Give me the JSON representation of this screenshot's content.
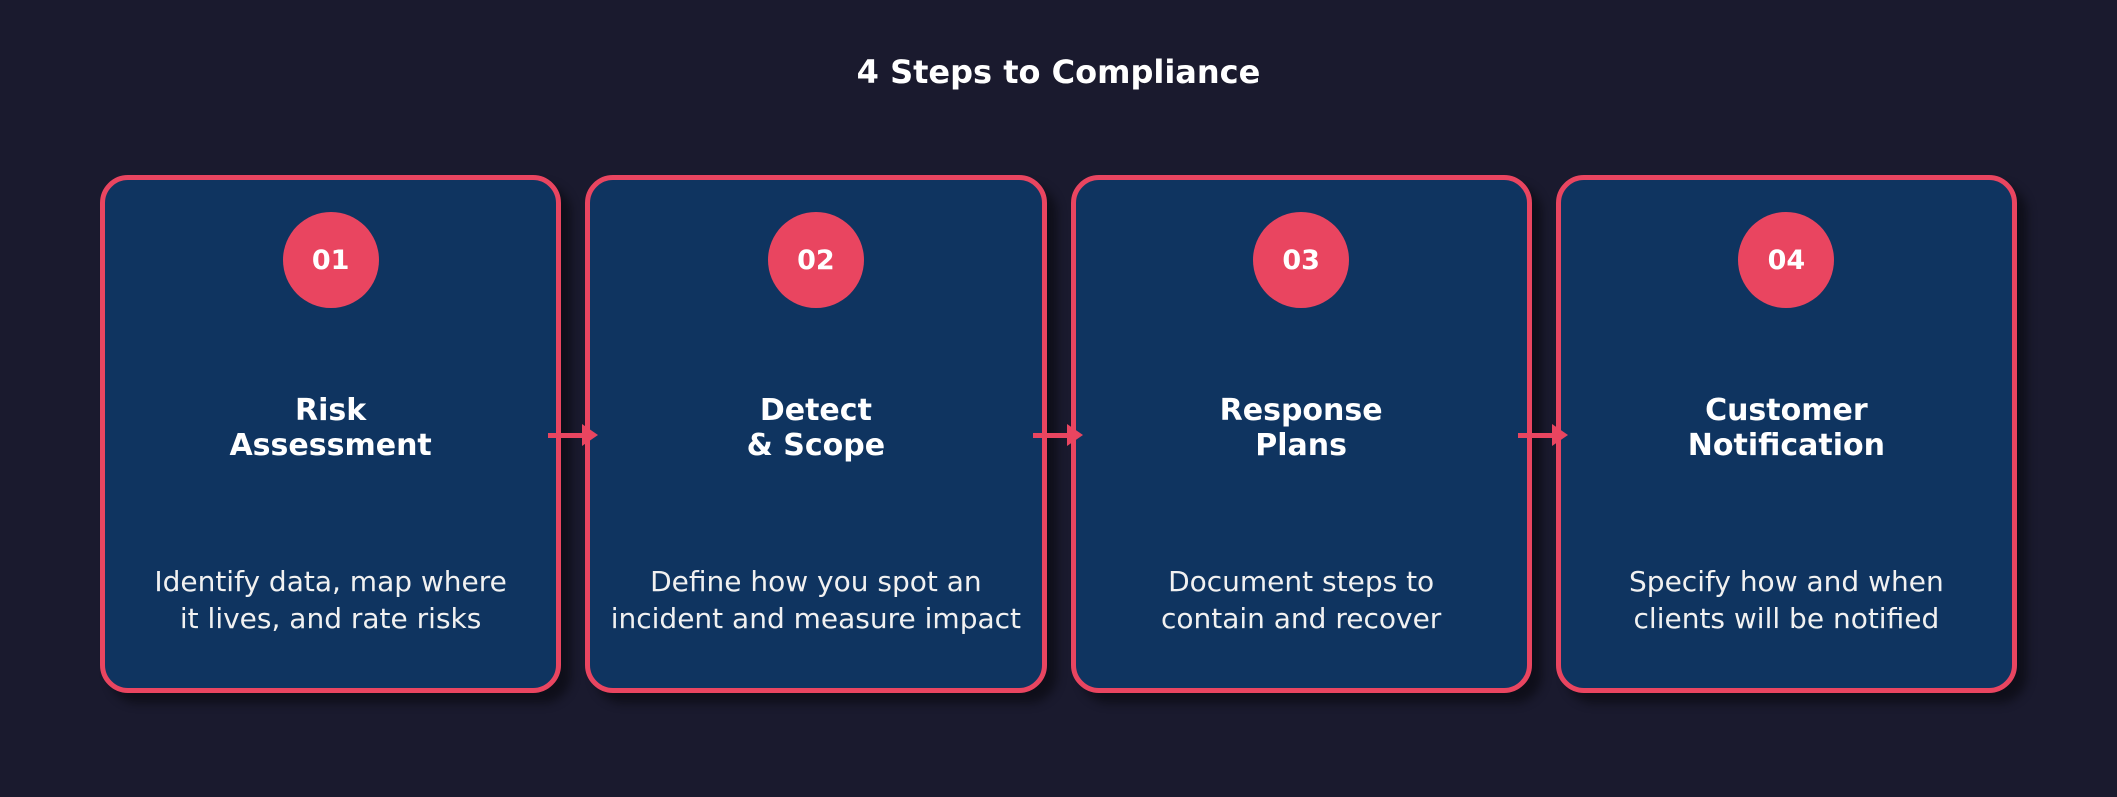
{
  "title": "4 Steps to Compliance",
  "colors": {
    "background": "#1a1a2e",
    "card_fill": "#0f3460",
    "accent": "#e94560",
    "title_text": "#ffffff",
    "body_text": "#f1f1f1"
  },
  "connectors": {
    "icon": "arrow-right-icon",
    "direction": "right",
    "count": 3
  },
  "steps": [
    {
      "number": "01",
      "title": "Risk\nAssessment",
      "description": "Identify data, map where\nit lives, and rate risks"
    },
    {
      "number": "02",
      "title": "Detect\n& Scope",
      "description": "Define how you spot an\nincident and measure impact"
    },
    {
      "number": "03",
      "title": "Response\nPlans",
      "description": "Document steps to\ncontain and recover"
    },
    {
      "number": "04",
      "title": "Customer\nNotification",
      "description": "Specify how and when\nclients will be notified"
    }
  ]
}
